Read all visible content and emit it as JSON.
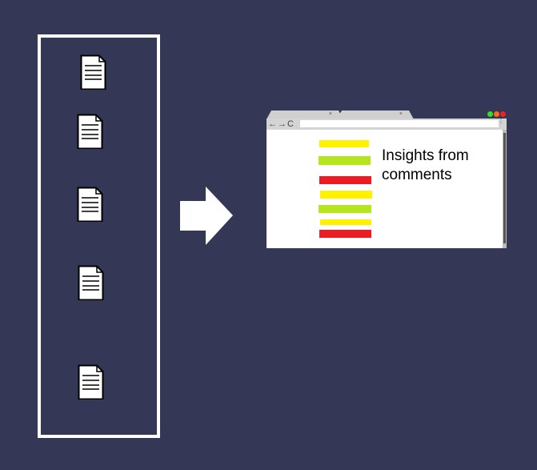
{
  "browser": {
    "tabs": [
      {
        "close": "×"
      },
      {
        "close": "×"
      }
    ],
    "nav_icons": "←→C",
    "menu_icon": "⋮",
    "window_dots": {
      "green": "#33dd22",
      "orange": "#ff6a1a",
      "red": "#ee2222"
    }
  },
  "content": {
    "title_line1": "Insights from",
    "title_line2": "comments",
    "bars": [
      {
        "color": "#fff200",
        "sentiment": "neutral"
      },
      {
        "color": "#b5e61d",
        "sentiment": "positive"
      },
      {
        "color": "#ed1c24",
        "sentiment": "negative"
      },
      {
        "color": "#fff200",
        "sentiment": "neutral"
      },
      {
        "color": "#b5e61d",
        "sentiment": "positive"
      },
      {
        "color": "#fff200",
        "sentiment": "neutral"
      },
      {
        "color": "#ed1c24",
        "sentiment": "negative"
      }
    ]
  },
  "documents_count": 5
}
